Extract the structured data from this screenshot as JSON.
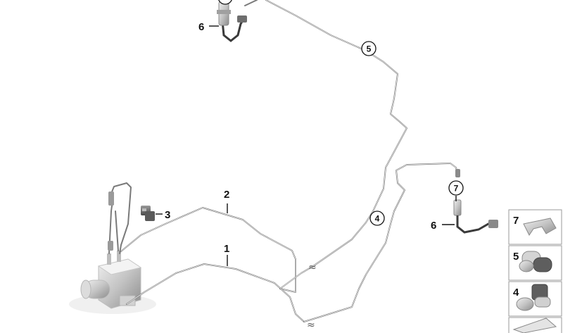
{
  "callouts": {
    "c1": "1",
    "c2": "2",
    "c3": "3",
    "c4": "4",
    "c5": "5",
    "c6a": "6",
    "c6b": "6",
    "c7": "7"
  },
  "legend": [
    {
      "label": "7",
      "part": "bracket-clip"
    },
    {
      "label": "5",
      "part": "double-pipe-clip"
    },
    {
      "label": "4",
      "part": "double-pipe-clip"
    },
    {
      "label": "",
      "part": "mounting-shim"
    }
  ],
  "colors": {
    "pipe": "#7a7a7a",
    "part": "#9a9a9a",
    "text": "#111111"
  }
}
